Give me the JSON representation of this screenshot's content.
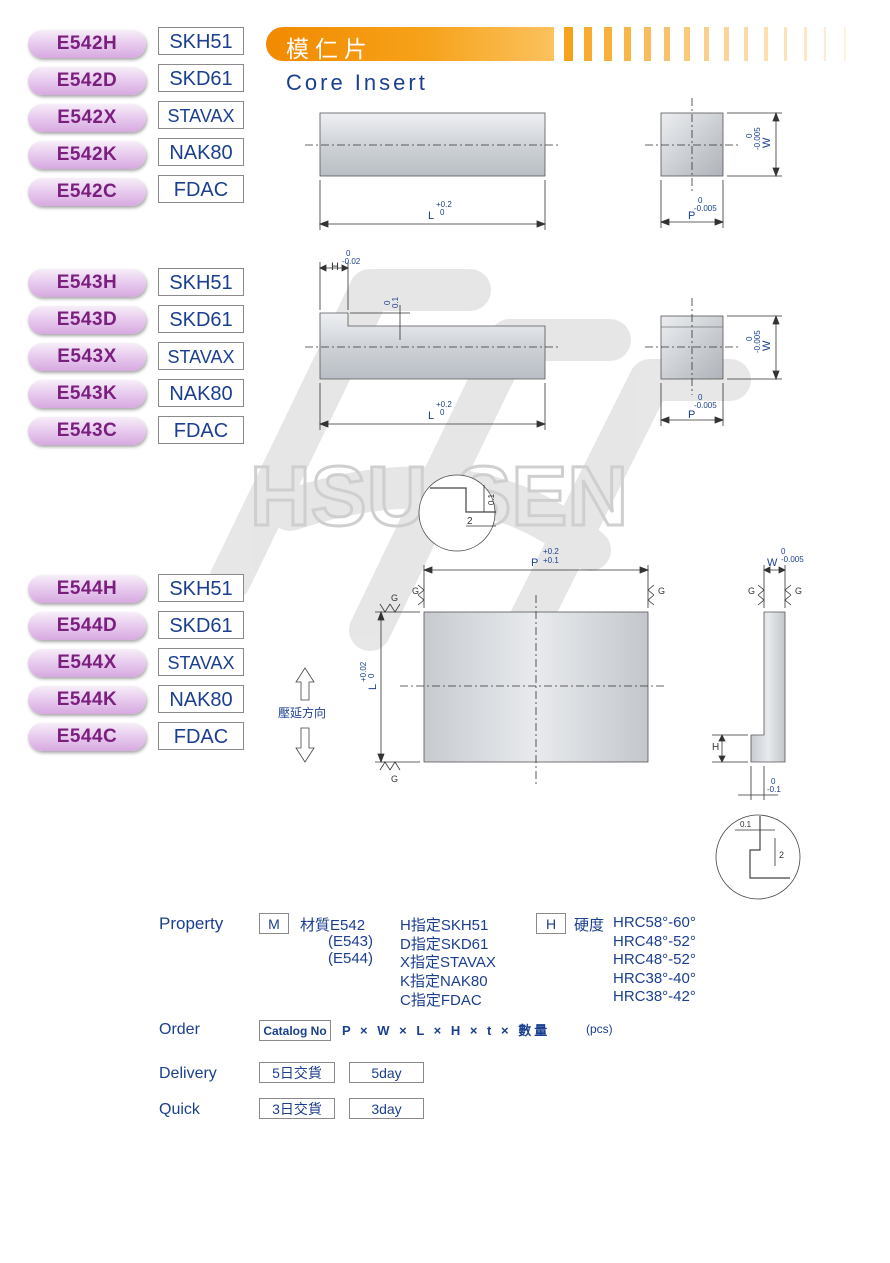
{
  "header": {
    "title_zh": "模仁片",
    "title_en": "Core Insert"
  },
  "groups": [
    {
      "codes": [
        "E542H",
        "E542D",
        "E542X",
        "E542K",
        "E542C"
      ],
      "materials": [
        "SKH51",
        "SKD61",
        "STAVAX",
        "NAK80",
        "FDAC"
      ]
    },
    {
      "codes": [
        "E543H",
        "E543D",
        "E543X",
        "E543K",
        "E543C"
      ],
      "materials": [
        "SKH51",
        "SKD61",
        "STAVAX",
        "NAK80",
        "FDAC"
      ]
    },
    {
      "codes": [
        "E544H",
        "E544D",
        "E544X",
        "E544K",
        "E544C"
      ],
      "materials": [
        "SKH51",
        "SKD61",
        "STAVAX",
        "NAK80",
        "FDAC"
      ]
    }
  ],
  "watermark": "HSU-SEN",
  "dims": {
    "L": "L",
    "L_tol_up": "+0.2",
    "L_tol_lo": "0",
    "W": "W",
    "W_tol_up": "0",
    "W_tol_lo": "-0.005",
    "P": "P",
    "P_tol_up": "0",
    "P_tol_lo": "-0.005",
    "H": "H",
    "H_tol_up": "0",
    "H_tol_lo": "-0.02",
    "t_tol_up": "0",
    "t_tol_lo": "0.1",
    "P3_tol_up": "+0.2",
    "P3_tol_lo": "+0.1",
    "L3_tol_up": "+0.02",
    "L3_tol_lo": "0",
    "t3_tol_up": "0",
    "t3_tol_lo": "-0.1",
    "G": "G",
    "detail_2": "2",
    "detail_01": "0.1",
    "rolling_direction": "壓延方向"
  },
  "property": {
    "label": "Property",
    "m_box": "M",
    "material_line1": "材質E542",
    "material_line2": "(E543)",
    "material_line3": "(E544)",
    "specs": [
      "H指定SKH51",
      "D指定SKD61",
      "X指定STAVAX",
      "K指定NAK80",
      "C指定FDAC"
    ],
    "h_box": "H",
    "hardness_label": "硬度",
    "hardness": [
      "HRC58°-60°",
      "HRC48°-52°",
      "HRC48°-52°",
      "HRC38°-40°",
      "HRC38°-42°"
    ]
  },
  "order": {
    "label": "Order",
    "catalog_box": "Catalog No",
    "formula": "P × W × L × H × t × 數量",
    "unit": "(pcs)"
  },
  "delivery": {
    "label": "Delivery",
    "days_zh": "5日交貨",
    "days_en": "5day"
  },
  "quick": {
    "label": "Quick",
    "days_zh": "3日交貨",
    "days_en": "3day"
  },
  "colors": {
    "pill_text": "#7a1f7e",
    "banner": "#f6a21a",
    "text_blue": "#1b3f8f"
  }
}
